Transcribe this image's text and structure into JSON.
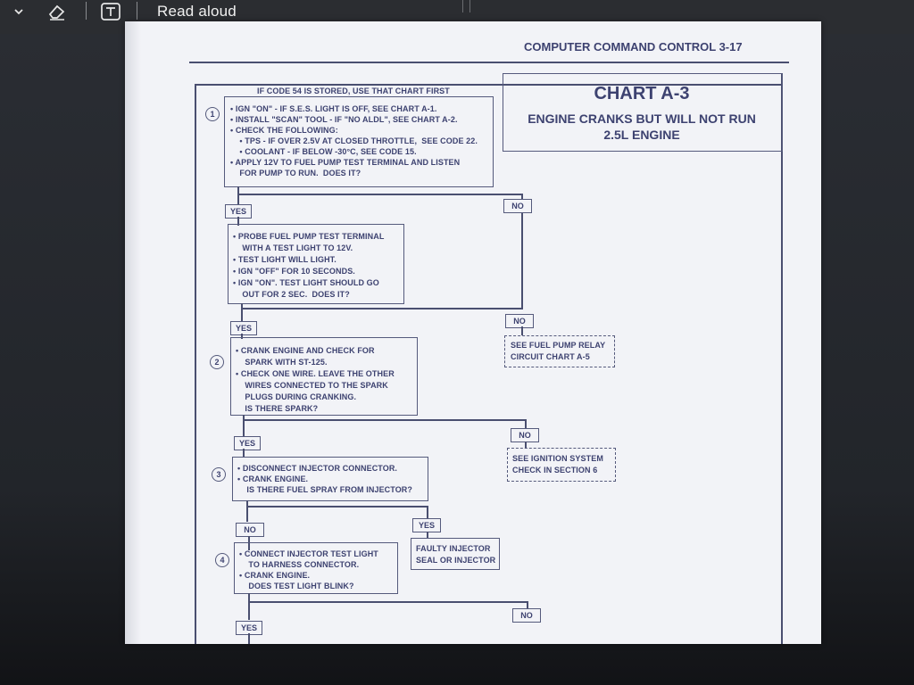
{
  "toolbar": {
    "read_aloud": "Read aloud"
  },
  "document": {
    "running_head": "COMPUTER COMMAND CONTROL  3-17",
    "chart_title": "CHART A-3",
    "chart_subtitle_1": "ENGINE CRANKS BUT WILL NOT RUN",
    "chart_subtitle_2": "2.5L ENGINE",
    "top_note": "IF CODE 54 IS STORED, USE THAT CHART FIRST",
    "step1": {
      "num": "1",
      "lines": [
        "•  IGN \"ON\" - IF S.E.S. LIGHT IS OFF,  SEE CHART A-1.",
        "•  INSTALL \"SCAN\" TOOL - IF \"NO ALDL\", SEE CHART A-2.",
        "•  CHECK THE FOLLOWING:",
        "    • TPS - IF OVER 2.5V AT CLOSED THROTTLE,  SEE CODE 22.",
        "    • COOLANT - IF BELOW -30°C, SEE CODE 15.",
        "•  APPLY 12V TO FUEL PUMP TEST TERMINAL AND LISTEN",
        "    FOR PUMP TO RUN.  DOES IT?"
      ]
    },
    "step1_yes": "YES",
    "step1_no": "NO",
    "step1b": {
      "lines": [
        "•  PROBE FUEL PUMP TEST TERMINAL",
        "    WITH A TEST LIGHT TO 12V.",
        "•  TEST LIGHT WILL LIGHT.",
        "•  IGN \"OFF\" FOR 10 SECONDS.",
        "•  IGN \"ON\".  TEST LIGHT SHOULD GO",
        "    OUT FOR 2 SEC.  DOES IT?"
      ]
    },
    "step1b_yes": "YES",
    "step1b_no": "NO",
    "relay_ref": [
      "SEE FUEL PUMP RELAY",
      "CIRCUIT CHART A-5"
    ],
    "step2": {
      "num": "2",
      "lines": [
        "•  CRANK ENGINE AND CHECK FOR",
        "    SPARK WITH ST-125.",
        "•  CHECK ONE WIRE.  LEAVE THE OTHER",
        "    WIRES CONNECTED TO THE SPARK",
        "    PLUGS DURING CRANKING.",
        "    IS THERE SPARK?"
      ]
    },
    "step2_yes": "YES",
    "step2_no": "NO",
    "ignition_ref": [
      "SEE IGNITION SYSTEM",
      "CHECK IN SECTION 6"
    ],
    "step3": {
      "num": "3",
      "lines": [
        "•  DISCONNECT INJECTOR CONNECTOR.",
        "•  CRANK ENGINE.",
        "    IS THERE FUEL SPRAY FROM INJECTOR?"
      ]
    },
    "step3_no": "NO",
    "step3_yes": "YES",
    "faulty": [
      "FAULTY INJECTOR",
      "SEAL OR INJECTOR"
    ],
    "step4": {
      "num": "4",
      "lines": [
        "•  CONNECT INJECTOR TEST LIGHT",
        "    TO HARNESS CONNECTOR.",
        "•  CRANK ENGINE.",
        "    DOES TEST LIGHT BLINK?"
      ]
    },
    "step4_yes": "YES",
    "step4_no": "NO"
  }
}
